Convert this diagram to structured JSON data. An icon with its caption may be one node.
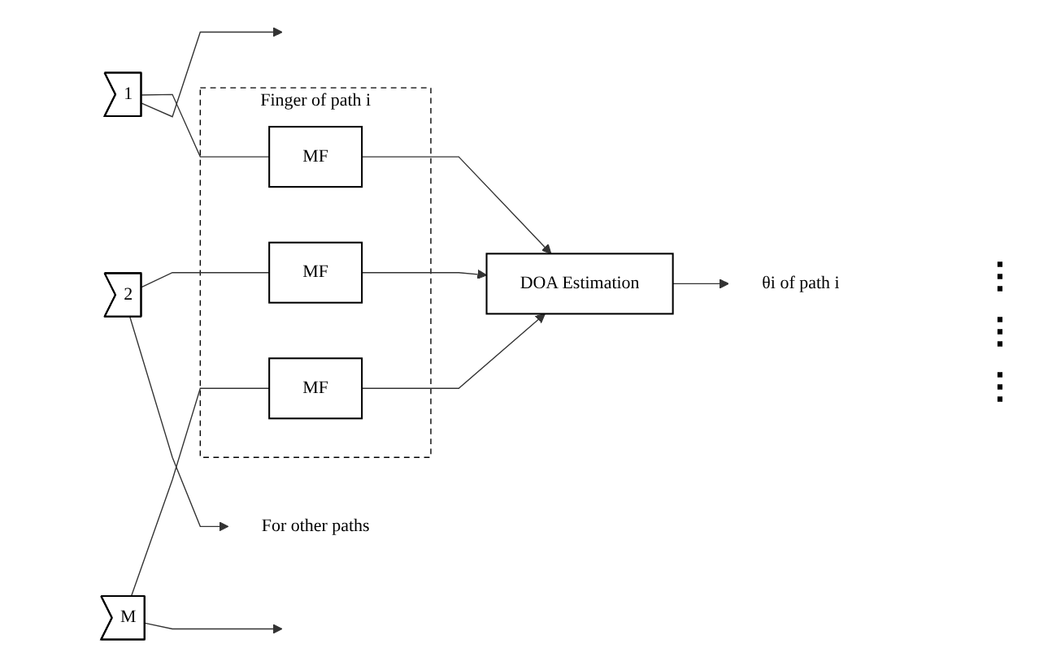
{
  "diagram": {
    "nodes": [
      {
        "text": [
          "1"
        ]
      },
      {
        "text": [
          "2"
        ]
      },
      {
        "text": [
          "M"
        ]
      },
      {
        "text": [
          "Finger of path i"
        ]
      },
      {
        "text": [
          "MF"
        ],
        "in": 3
      },
      {
        "text": [
          "MF"
        ],
        "in": 3
      },
      {
        "text": [
          "MF"
        ],
        "in": 3
      },
      {
        "text": [
          "DOA Estimation"
        ]
      },
      {
        "text": [
          "θi of path i"
        ]
      },
      {
        "text": [
          "For other paths"
        ]
      }
    ],
    "edges": [
      {
        "from": 0,
        "to": 4,
        "arrow": "none"
      },
      {
        "from": 1,
        "to": 5,
        "arrow": "none"
      },
      {
        "from": 2,
        "to": 6,
        "arrow": "none"
      },
      {
        "from": 4,
        "to": 7,
        "arrow": "to"
      },
      {
        "from": 5,
        "to": 7,
        "arrow": "to"
      },
      {
        "from": 6,
        "to": 7,
        "arrow": "to"
      },
      {
        "from": 7,
        "to": 8,
        "arrow": "to"
      },
      {
        "from": 0,
        "to": null,
        "arrow": "to"
      },
      {
        "from": 1,
        "to": 9,
        "arrow": "to"
      },
      {
        "from": 2,
        "to": null,
        "arrow": "to"
      }
    ],
    "labels": [
      "⋮",
      "⋮",
      "⋮"
    ]
  }
}
